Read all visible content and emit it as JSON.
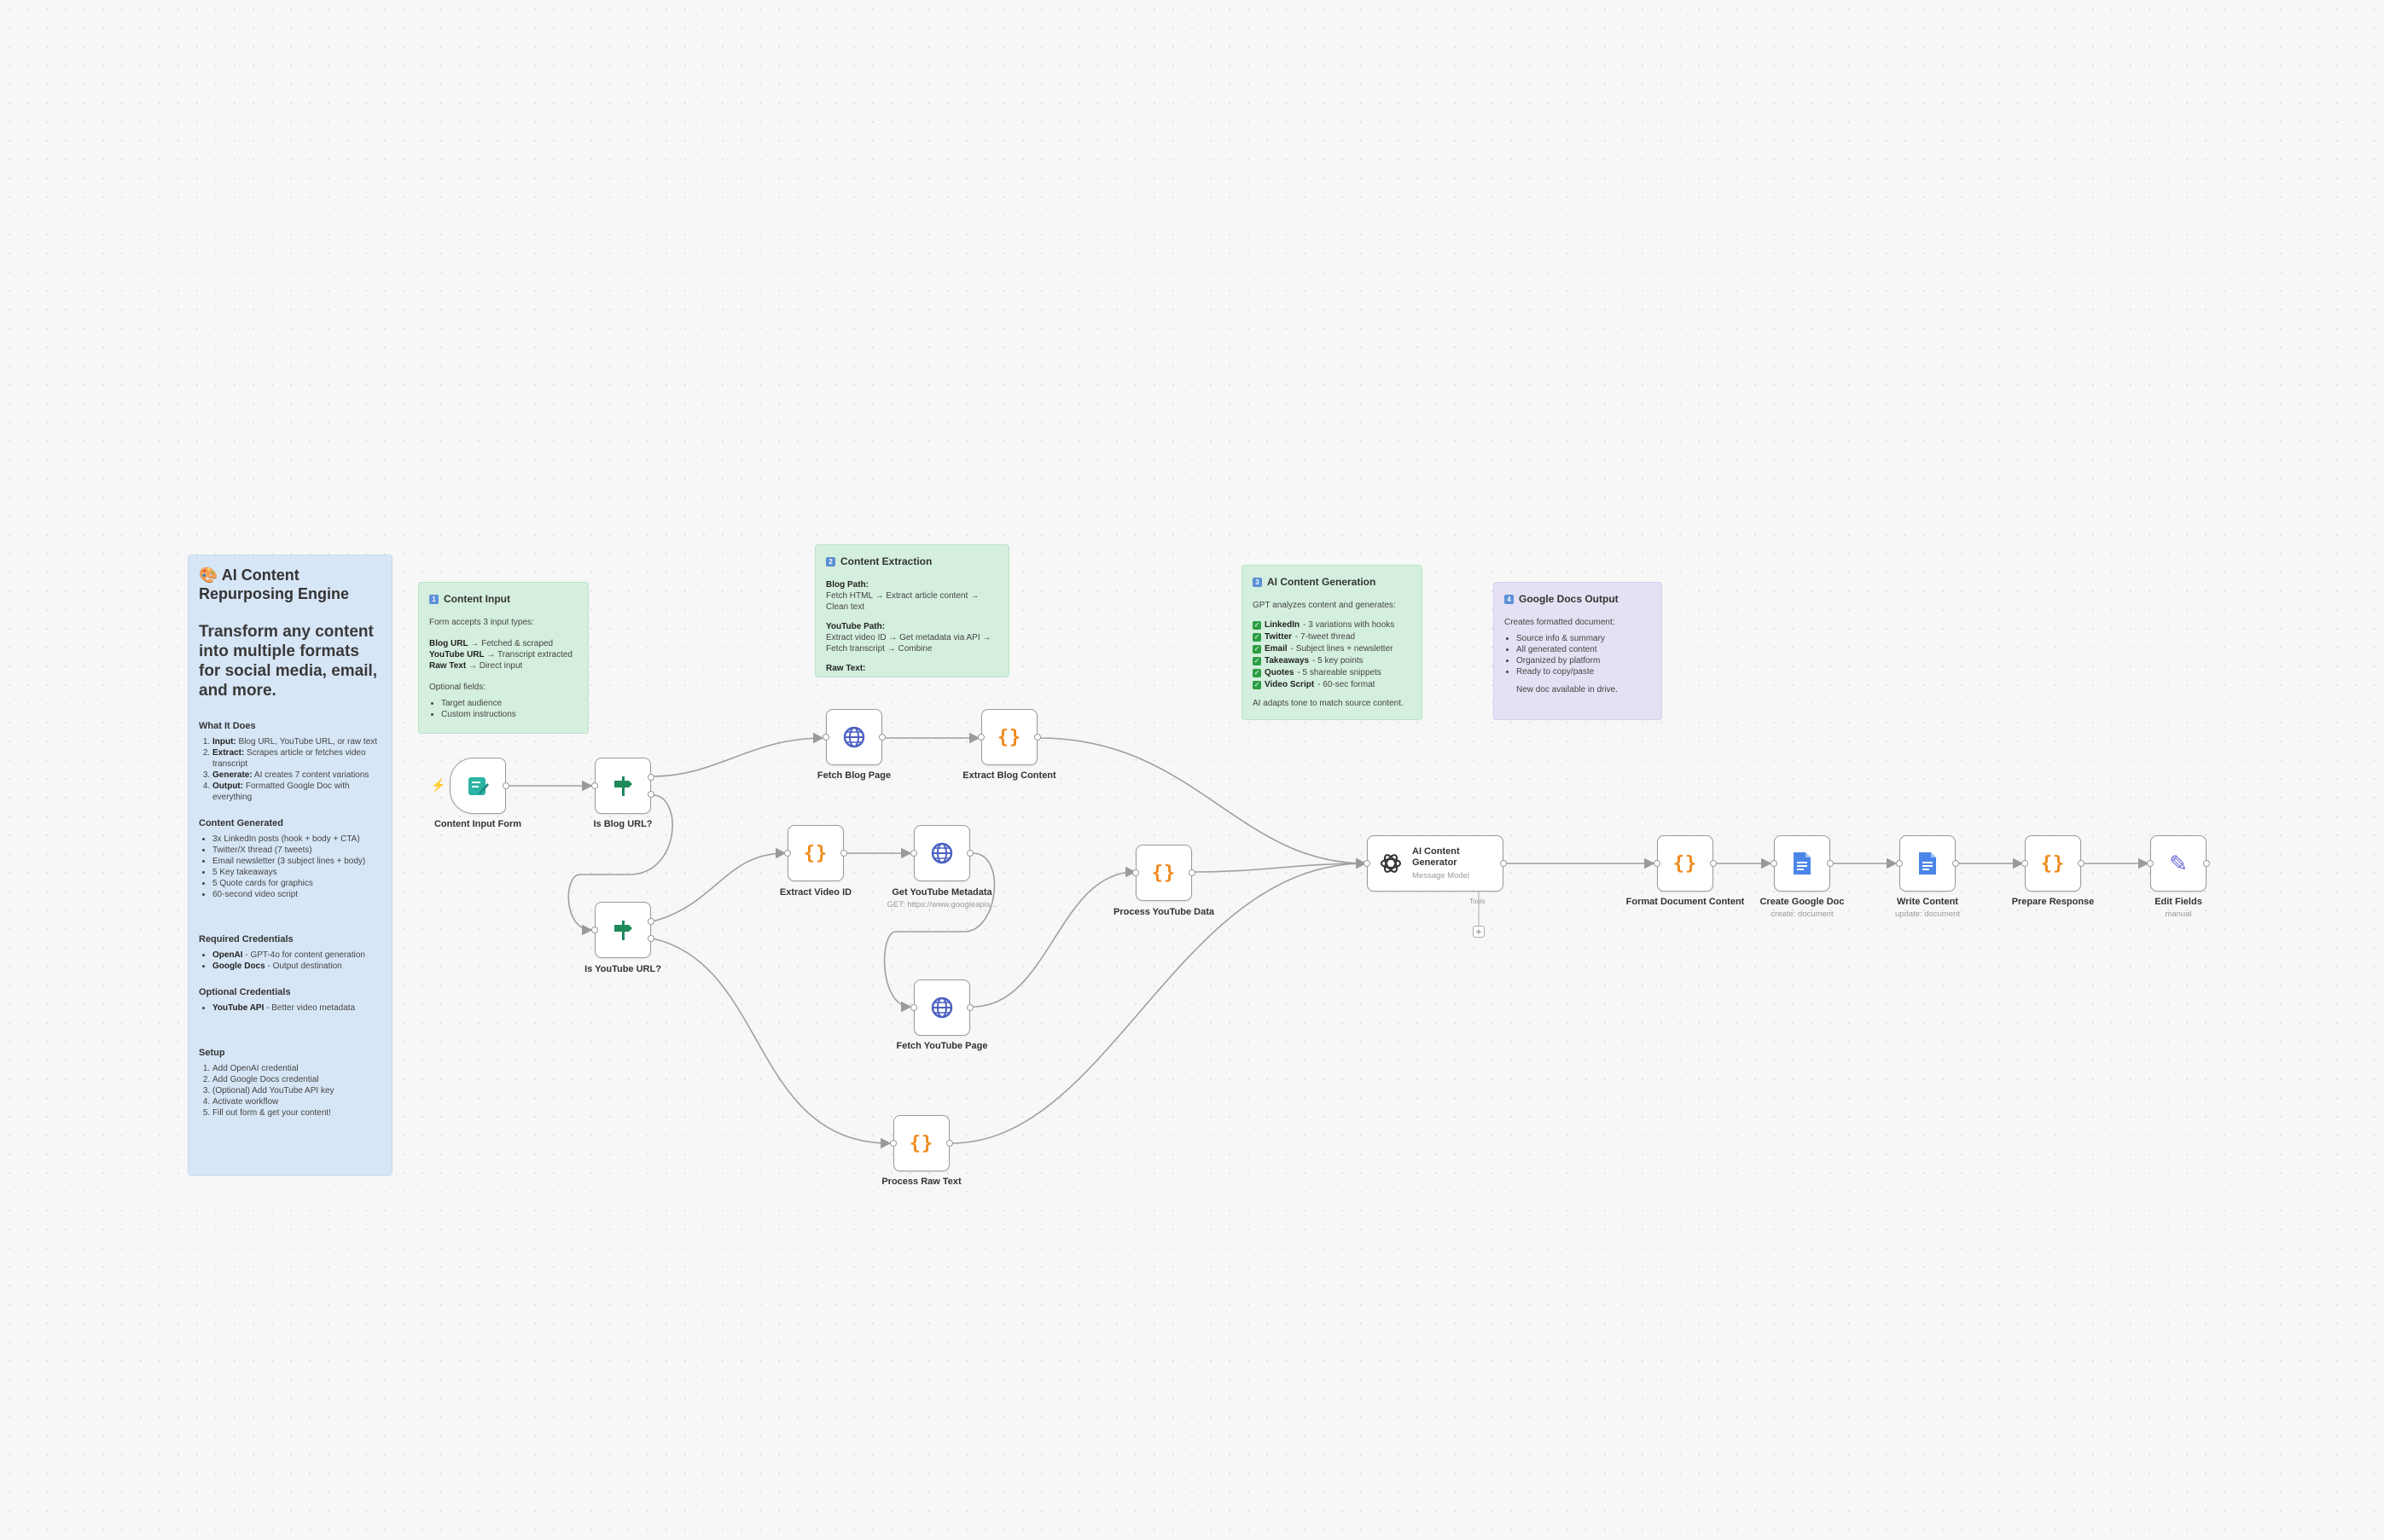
{
  "main_note": {
    "title": "🎨 AI Content Repurposing Engine",
    "tagline": "Transform any content into multiple formats for social media, email, and more.",
    "what_title": "What It Does",
    "what_items": [
      {
        "b": "Input:",
        "t": " Blog URL, YouTube URL, or raw text"
      },
      {
        "b": "Extract:",
        "t": " Scrapes article or fetches video transcript"
      },
      {
        "b": "Generate:",
        "t": " AI creates 7 content variations"
      },
      {
        "b": "Output:",
        "t": " Formatted Google Doc with everything"
      }
    ],
    "generated_title": "Content Generated",
    "generated_items": [
      "3x LinkedIn posts (hook + body + CTA)",
      "Twitter/X thread (7 tweets)",
      "Email newsletter (3 subject lines + body)",
      "5 Key takeaways",
      "5 Quote cards for graphics",
      "60-second video script"
    ],
    "req_title": "Required Credentials",
    "req_items": [
      {
        "b": "OpenAI",
        "t": " - GPT-4o for content generation"
      },
      {
        "b": "Google Docs",
        "t": " - Output destination"
      }
    ],
    "opt_title": "Optional Credentials",
    "opt_items": [
      {
        "b": "YouTube API",
        "t": " - Better video metadata"
      }
    ],
    "setup_title": "Setup",
    "setup_items": [
      "Add OpenAI credential",
      "Add Google Docs credential",
      "(Optional) Add YouTube API key",
      "Activate workflow",
      "Fill out form & get your content!"
    ]
  },
  "note_input": {
    "num": "1",
    "title": "Content Input",
    "intro": "Form accepts 3 input types:",
    "types": [
      {
        "b": "Blog URL",
        "t": " → Fetched & scraped"
      },
      {
        "b": "YouTube URL",
        "t": " → Transcript extracted"
      },
      {
        "b": "Raw Text",
        "t": " → Direct input"
      }
    ],
    "optional_title": "Optional fields:",
    "optional_items": [
      "Target audience",
      "Custom instructions"
    ]
  },
  "note_extraction": {
    "num": "2",
    "title": "Content Extraction",
    "blog_title": "Blog Path:",
    "blog_text": "Fetch HTML → Extract article content → Clean text",
    "yt_title": "YouTube Path:",
    "yt_text": "Extract video ID → Get metadata via API → Fetch transcript → Combine",
    "raw_title": "Raw Text:"
  },
  "note_ai": {
    "num": "3",
    "title": "AI Content Generation",
    "intro": "GPT analyzes content and generates:",
    "items": [
      {
        "b": "LinkedIn",
        "t": " - 3 variations with hooks"
      },
      {
        "b": "Twitter",
        "t": " - 7-tweet thread"
      },
      {
        "b": "Email",
        "t": " - Subject lines + newsletter"
      },
      {
        "b": "Takeaways",
        "t": " - 5 key points"
      },
      {
        "b": "Quotes",
        "t": " - 5 shareable snippets"
      },
      {
        "b": "Video Script",
        "t": " - 60-sec format"
      }
    ],
    "footer": "AI adapts tone to match source content."
  },
  "note_docs": {
    "num": "4",
    "title": "Google Docs Output",
    "intro": "Creates formatted document:",
    "items": [
      "Source info & summary",
      "All generated content",
      "Organized by platform",
      "Ready to copy/paste"
    ],
    "footer": "New doc available in drive."
  },
  "nodes": {
    "content_input_form": "Content Input Form",
    "is_blog_url": "Is Blog URL?",
    "is_youtube_url": "Is YouTube URL?",
    "fetch_blog_page": "Fetch Blog Page",
    "extract_blog_content": "Extract Blog Content",
    "extract_video_id": "Extract Video ID",
    "get_youtube_metadata": "Get YouTube Metadata",
    "get_youtube_metadata_sub": "GET: https://www.googleapis...",
    "fetch_youtube_page": "Fetch YouTube Page",
    "process_youtube_data": "Process YouTube Data",
    "process_raw_text": "Process Raw Text",
    "ai_content_generator": "AI Content Generator",
    "ai_content_generator_sub": "Message Model",
    "ai_tools_label": "Tools",
    "format_document_content": "Format Document Content",
    "create_google_doc": "Create Google Doc",
    "create_google_doc_sub": "create: document",
    "write_content": "Write Content",
    "write_content_sub": "update: document",
    "prepare_response": "Prepare Response",
    "edit_fields": "Edit Fields",
    "edit_fields_sub": "manual"
  },
  "colors": {
    "sticky_blue": "#d7e6f6",
    "sticky_green": "#d4efdd",
    "sticky_purple": "#e5e0f4",
    "code_orange": "#f08a1c",
    "globe_blue": "#4a5fc1",
    "switch_green": "#1f8a5a",
    "gdoc_blue": "#4a86e8"
  }
}
